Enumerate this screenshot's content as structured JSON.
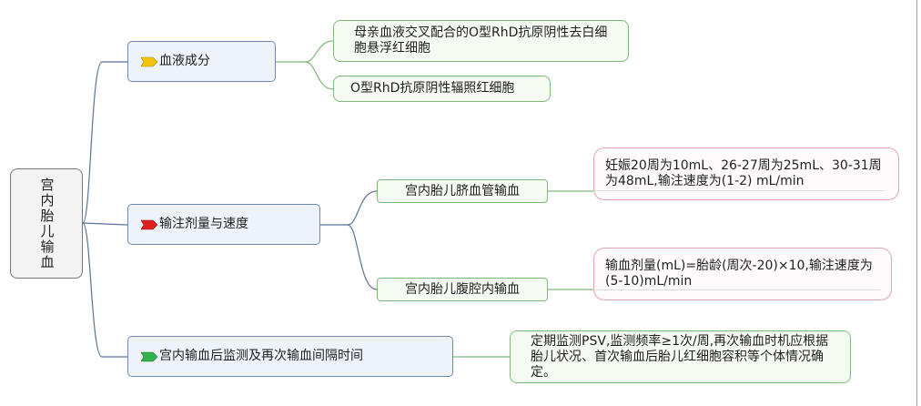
{
  "root": {
    "label": "宫内胎儿输血"
  },
  "branches": [
    {
      "label": "血液成分",
      "flag_color": "#f2c40f",
      "leaves": [
        "母亲血液交叉配合的O型RhD抗原阴性去白细胞悬浮红细胞",
        "O型RhD抗原阴性辐照红细胞"
      ]
    },
    {
      "label": "输注剂量与速度",
      "flag_color": "#e02020",
      "subs": [
        {
          "label": "宫内胎儿脐血管输血",
          "detail": "妊娠20周为10mL、26-27周为25mL、30-31周为48mL,输注速度为(1-2) mL/min"
        },
        {
          "label": "宫内胎儿腹腔内输血",
          "detail": "输血剂量(mL)=胎龄(周次-20)×10,输注速度为(5-10)mL/min"
        }
      ]
    },
    {
      "label": "宫内输血后监测及再次输血间隔时间",
      "flag_color": "#2fb24a",
      "leaves": [
        "定期监测PSV,监测频率≥1次/周,再次输血时机应根据胎儿状况、首次输血后胎儿红细胞容积等个体情况确定。"
      ]
    }
  ],
  "colors": {
    "connector": "#5b7396",
    "sub_connector": "#7fb87a",
    "detail_connector": "#e0a3b4"
  }
}
